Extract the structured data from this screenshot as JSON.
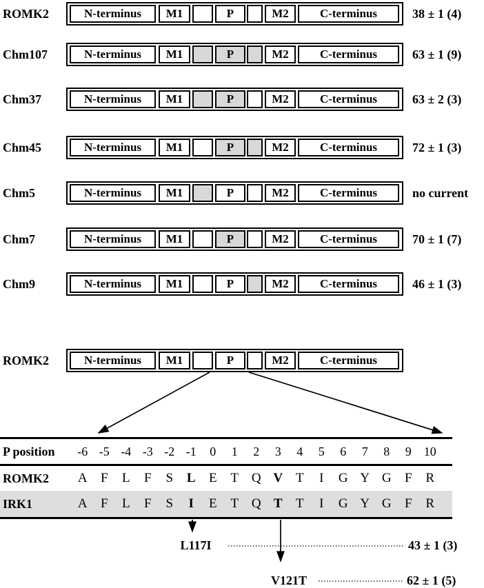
{
  "segments": {
    "n_term": "N-terminus",
    "m1": "M1",
    "p": "P",
    "m2": "M2",
    "c_term": "C-terminus"
  },
  "constructs": [
    {
      "label": "ROMK2",
      "value": "38 ± 1 (4)",
      "linker1": "",
      "p": "",
      "linker2": ""
    },
    {
      "label": "Chm107",
      "value": "63 ± 1 (9)",
      "linker1": "shaded",
      "p": "shaded",
      "linker2": "shaded"
    },
    {
      "label": "Chm37",
      "value": "63 ± 2 (3)",
      "linker1": "shaded",
      "p": "shaded",
      "linker2": ""
    },
    {
      "label": "Chm45",
      "value": "72 ± 1 (3)",
      "linker1": "",
      "p": "shaded",
      "linker2": "shaded"
    },
    {
      "label": "Chm5",
      "value": "no current",
      "linker1": "shaded",
      "p": "",
      "linker2": ""
    },
    {
      "label": "Chm7",
      "value": "70 ± 1 (7)",
      "linker1": "",
      "p": "shaded",
      "linker2": ""
    },
    {
      "label": "Chm9",
      "value": "46 ± 1 (3)",
      "linker1": "",
      "p": "",
      "linker2": "shaded"
    },
    {
      "label": "ROMK2",
      "linker1": "",
      "p": "",
      "linker2": ""
    }
  ],
  "alignment": {
    "position_label": "P position",
    "positions": [
      "-6",
      "-5",
      "-4",
      "-3",
      "-2",
      "-1",
      "0",
      "1",
      "2",
      "3",
      "4",
      "5",
      "6",
      "7",
      "8",
      "9",
      "10"
    ],
    "rows": [
      {
        "label": "ROMK2",
        "letters": [
          "A",
          "F",
          "L",
          "F",
          "S",
          "L",
          "E",
          "T",
          "Q",
          "V",
          "T",
          "I",
          "G",
          "Y",
          "G",
          "F",
          "R"
        ]
      },
      {
        "label": "IRK1",
        "letters": [
          "A",
          "F",
          "L",
          "F",
          "S",
          "I",
          "E",
          "T",
          "Q",
          "T",
          "T",
          "I",
          "G",
          "Y",
          "G",
          "F",
          "R"
        ]
      }
    ]
  },
  "mutations": [
    {
      "label": "L117I",
      "value": "43 ± 1 (3)"
    },
    {
      "label": "V121T",
      "value": "62 ± 1 (5)"
    }
  ],
  "colors": {
    "shaded_segment": "#d8d8d8",
    "irk1_band": "#dedede",
    "ink": "#000000"
  }
}
